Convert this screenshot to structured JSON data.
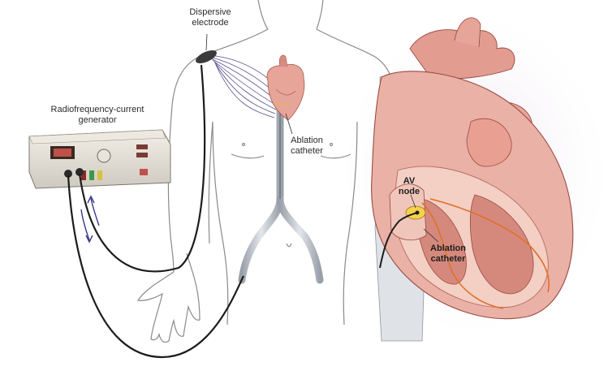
{
  "labels": {
    "dispersive_electrode": [
      "Dispersive",
      "electrode"
    ],
    "generator": [
      "Radiofrequency-current",
      "generator"
    ],
    "ablation_catheter_body": [
      "Ablation",
      "catheter"
    ],
    "av_node": [
      "AV",
      "node"
    ],
    "ablation_catheter_heart": [
      "Ablation",
      "catheter"
    ]
  },
  "colors": {
    "skin_outline": "#8a8a8a",
    "heart_pink": "#e7a59a",
    "heart_dark": "#c9776c",
    "myocardium": "#f3cfc4",
    "conduction_orange": "#e0702a",
    "cable": "#1c1c1c",
    "current_lines": "#5a4f8c",
    "vessel_gray": "#c4c8cf",
    "arrow_blue": "#3a3a8c"
  }
}
